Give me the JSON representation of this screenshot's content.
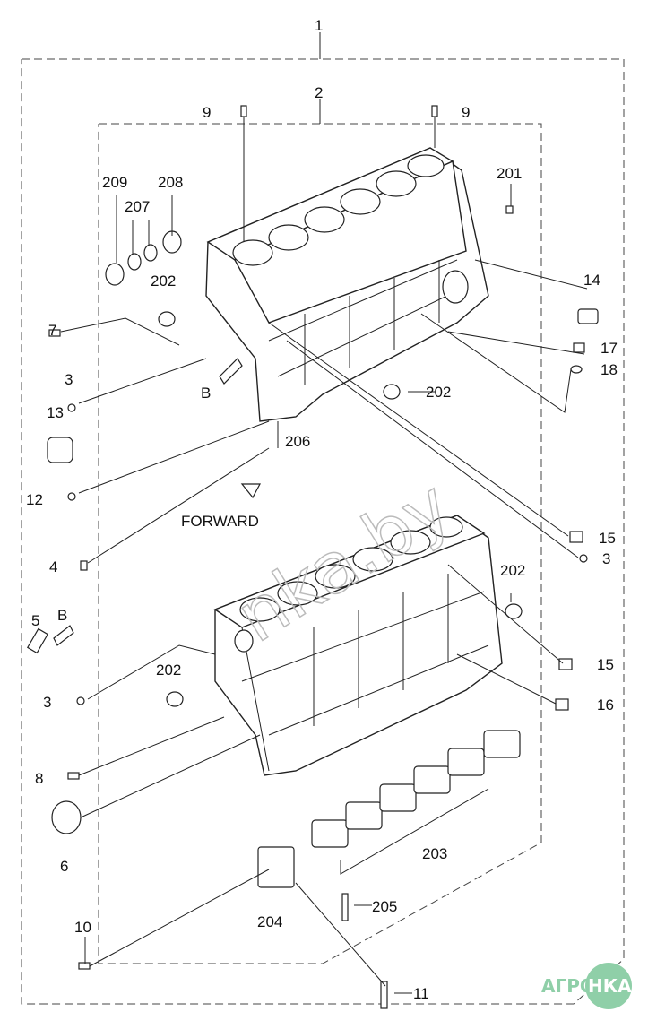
{
  "title": "Cylinder block assembly",
  "callouts": [
    "1",
    "2",
    "9",
    "9",
    "209",
    "207",
    "208",
    "201",
    "202",
    "14",
    "7",
    "17",
    "18",
    "3",
    "202",
    "B",
    "13",
    "206",
    "12",
    "FORWARD",
    "15",
    "3",
    "4",
    "202",
    "5",
    "B",
    "15",
    "202",
    "3",
    "16",
    "8",
    "203",
    "6",
    "205",
    "204",
    "10",
    "11"
  ],
  "watermark": "nka.by",
  "logo": {
    "text_left": "АГРО",
    "text_right": "НКА",
    "color": "#8fcfa8"
  }
}
